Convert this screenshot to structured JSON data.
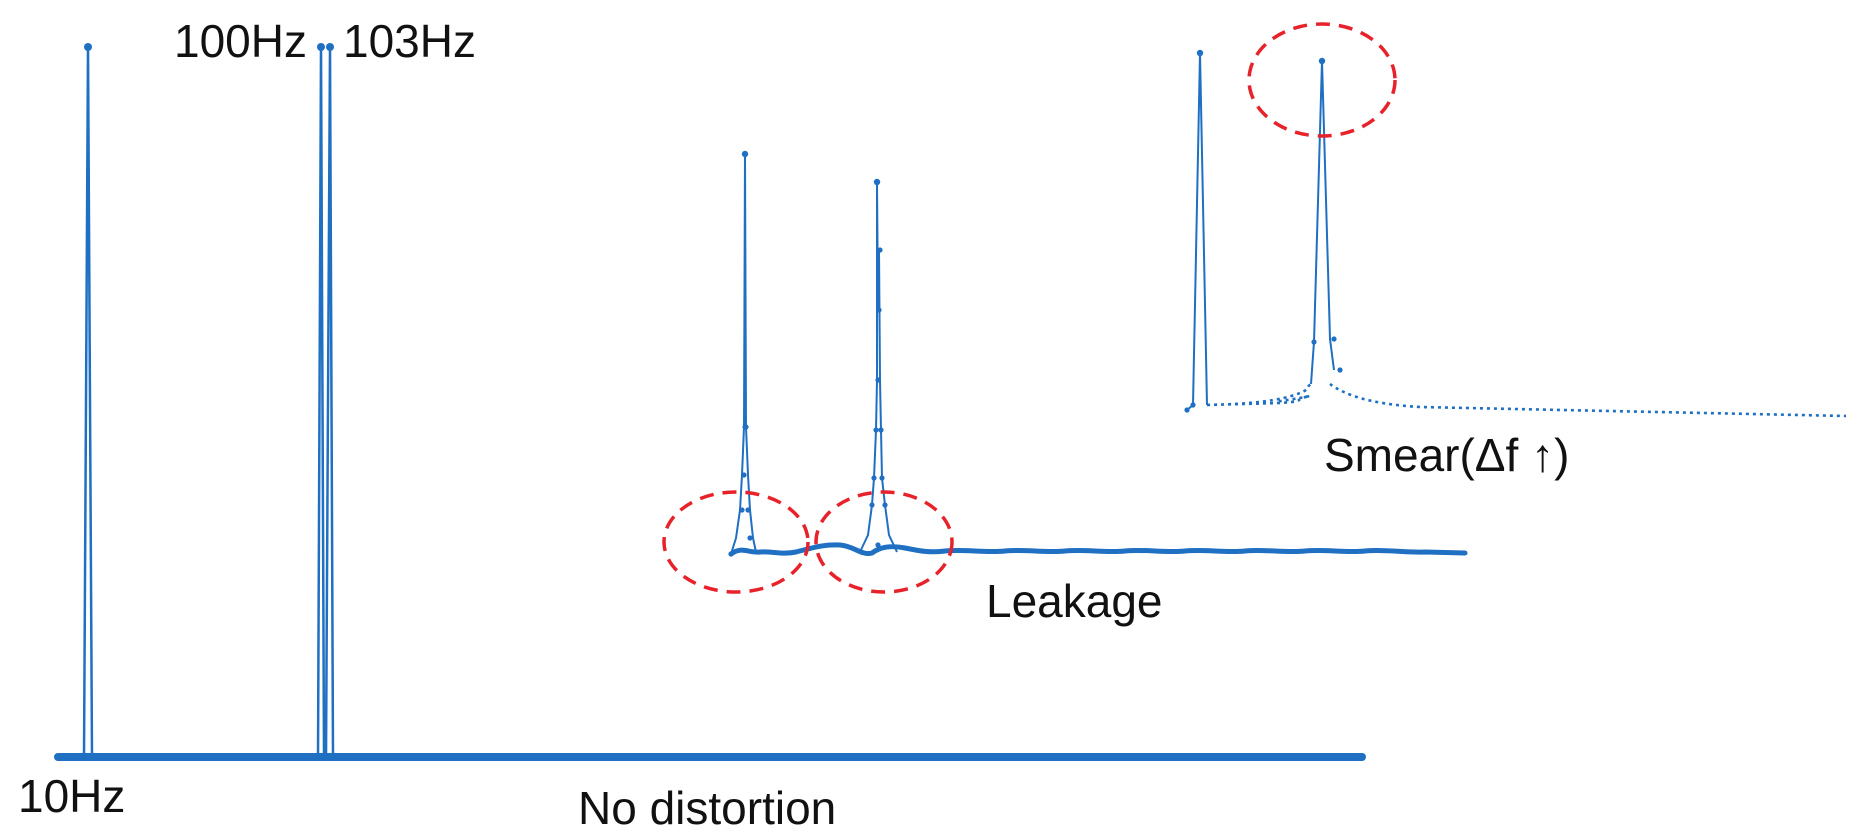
{
  "labels": {
    "freq_10": "10Hz",
    "freq_100": "100Hz",
    "freq_103": "103Hz",
    "no_distortion": "No distortion",
    "leakage": "Leakage",
    "smear": "Smear(Δf ↑)"
  },
  "colors": {
    "spectrum": "#1f6fc2",
    "highlight": "#e8222a",
    "text": "#111111"
  }
}
